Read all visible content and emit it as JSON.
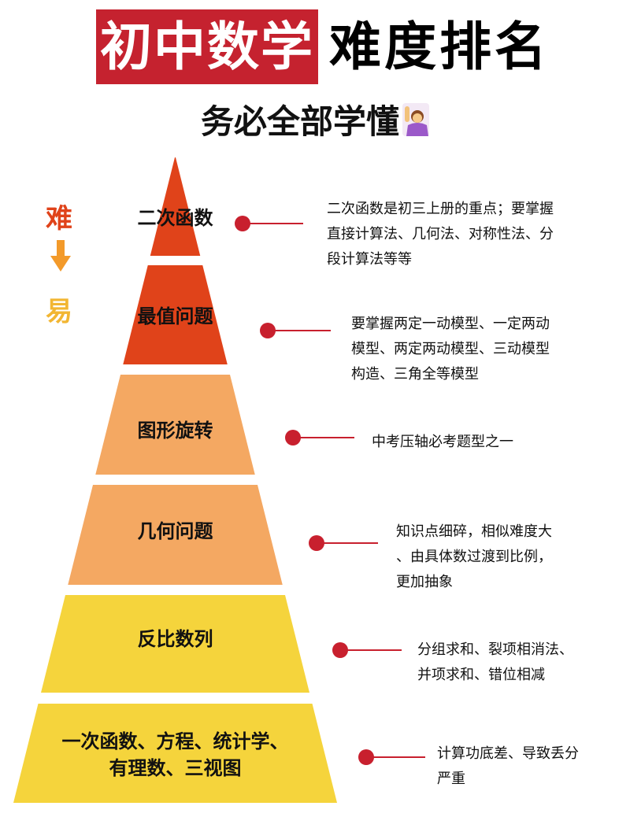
{
  "header": {
    "title_highlight": "初中数学",
    "title_rest": "难度排名",
    "subtitle": "务必全部学懂",
    "subtitle_icon": "person-raising-hand-icon"
  },
  "axis": {
    "hard": "难",
    "easy": "易",
    "hard_color": "#e0431a",
    "easy_color": "#f2b632"
  },
  "levels": [
    {
      "name": "二次函数",
      "description": [
        "二次函数是初三上册的重点；要掌握",
        "直接计算法、几何法、对称性法、分",
        "段计算法等等"
      ],
      "color": "#e0431a"
    },
    {
      "name": "最值问题",
      "description": [
        "要掌握两定一动模型、一定两动",
        "模型、两定两动模型、三动模型",
        "构造、三角全等模型"
      ],
      "color": "#e0431a"
    },
    {
      "name": "图形旋转",
      "description": [
        "中考压轴必考题型之一"
      ],
      "color": "#f4a862"
    },
    {
      "name": "几何问题",
      "description": [
        "知识点细碎，相似难度大",
        "、由具体数过渡到比例，",
        "更加抽象"
      ],
      "color": "#f4a862"
    },
    {
      "name": "反比数列",
      "description": [
        "分组求和、裂项相消法、",
        "并项求和、错位相减"
      ],
      "color": "#f5d43c"
    },
    {
      "name": "一次函数、方程、统计学、有理数、三视图",
      "name_lines": [
        "一次函数、方程、统计学、",
        "有理数、三视图"
      ],
      "description": [
        "计算功底差、导致丢分",
        "严重"
      ],
      "color": "#f5d43c"
    }
  ],
  "connector_color": "#c8202e"
}
